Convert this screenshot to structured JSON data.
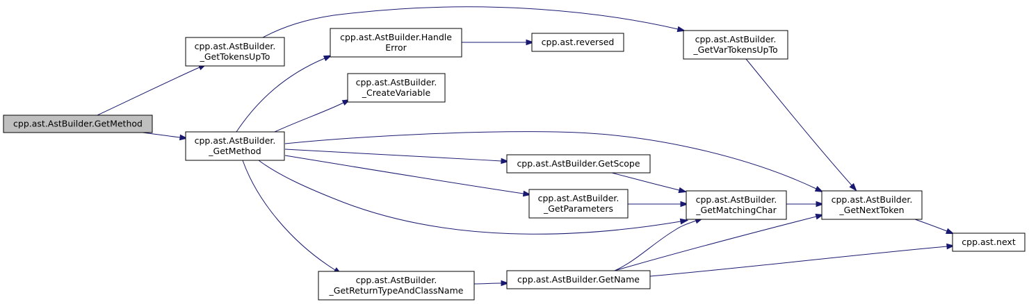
{
  "colors": {
    "edge": "#191970",
    "node_fill": "#ffffff",
    "focus_fill": "#bfbfbf",
    "border": "#000000"
  },
  "nodes": [
    {
      "id": "getmethod",
      "lines": [
        "cpp.ast.AstBuilder.GetMethod"
      ],
      "focus": true
    },
    {
      "id": "gettokensupto",
      "lines": [
        "cpp.ast.AstBuilder.",
        "_GetTokensUpTo"
      ]
    },
    {
      "id": "getmethod_priv",
      "lines": [
        "cpp.ast.AstBuilder.",
        "_GetMethod"
      ]
    },
    {
      "id": "handleerror",
      "lines": [
        "cpp.ast.AstBuilder.Handle",
        "Error"
      ]
    },
    {
      "id": "createvariable",
      "lines": [
        "cpp.ast.AstBuilder.",
        "_CreateVariable"
      ]
    },
    {
      "id": "reversed",
      "lines": [
        "cpp.ast.reversed"
      ]
    },
    {
      "id": "getvartokensupto",
      "lines": [
        "cpp.ast.AstBuilder.",
        "_GetVarTokensUpTo"
      ]
    },
    {
      "id": "getscope",
      "lines": [
        "cpp.ast.AstBuilder.GetScope"
      ]
    },
    {
      "id": "getparameters",
      "lines": [
        "cpp.ast.AstBuilder.",
        "_GetParameters"
      ]
    },
    {
      "id": "getmatchingchar",
      "lines": [
        "cpp.ast.AstBuilder.",
        "_GetMatchingChar"
      ]
    },
    {
      "id": "getnexttoken",
      "lines": [
        "cpp.ast.AstBuilder.",
        "_GetNextToken"
      ]
    },
    {
      "id": "next",
      "lines": [
        "cpp.ast.next"
      ]
    },
    {
      "id": "getreturntype",
      "lines": [
        "cpp.ast.AstBuilder.",
        "_GetReturnTypeAndClassName"
      ]
    },
    {
      "id": "getname",
      "lines": [
        "cpp.ast.AstBuilder.GetName"
      ]
    }
  ],
  "edges": [
    {
      "from": "getmethod",
      "to": "gettokensupto"
    },
    {
      "from": "getmethod",
      "to": "getmethod_priv"
    },
    {
      "from": "gettokensupto",
      "to": "getvartokensupto"
    },
    {
      "from": "getmethod_priv",
      "to": "handleerror"
    },
    {
      "from": "getmethod_priv",
      "to": "createvariable"
    },
    {
      "from": "getmethod_priv",
      "to": "getnexttoken"
    },
    {
      "from": "getmethod_priv",
      "to": "getscope"
    },
    {
      "from": "getmethod_priv",
      "to": "getparameters"
    },
    {
      "from": "getmethod_priv",
      "to": "getmatchingchar"
    },
    {
      "from": "getmethod_priv",
      "to": "getreturntype"
    },
    {
      "from": "handleerror",
      "to": "reversed"
    },
    {
      "from": "getvartokensupto",
      "to": "getnexttoken"
    },
    {
      "from": "getscope",
      "to": "getmatchingchar"
    },
    {
      "from": "getparameters",
      "to": "getmatchingchar"
    },
    {
      "from": "getmatchingchar",
      "to": "getnexttoken"
    },
    {
      "from": "getnexttoken",
      "to": "next"
    },
    {
      "from": "getreturntype",
      "to": "getname"
    },
    {
      "from": "getname",
      "to": "getmatchingchar"
    },
    {
      "from": "getname",
      "to": "getnexttoken"
    },
    {
      "from": "getname",
      "to": "next"
    }
  ]
}
